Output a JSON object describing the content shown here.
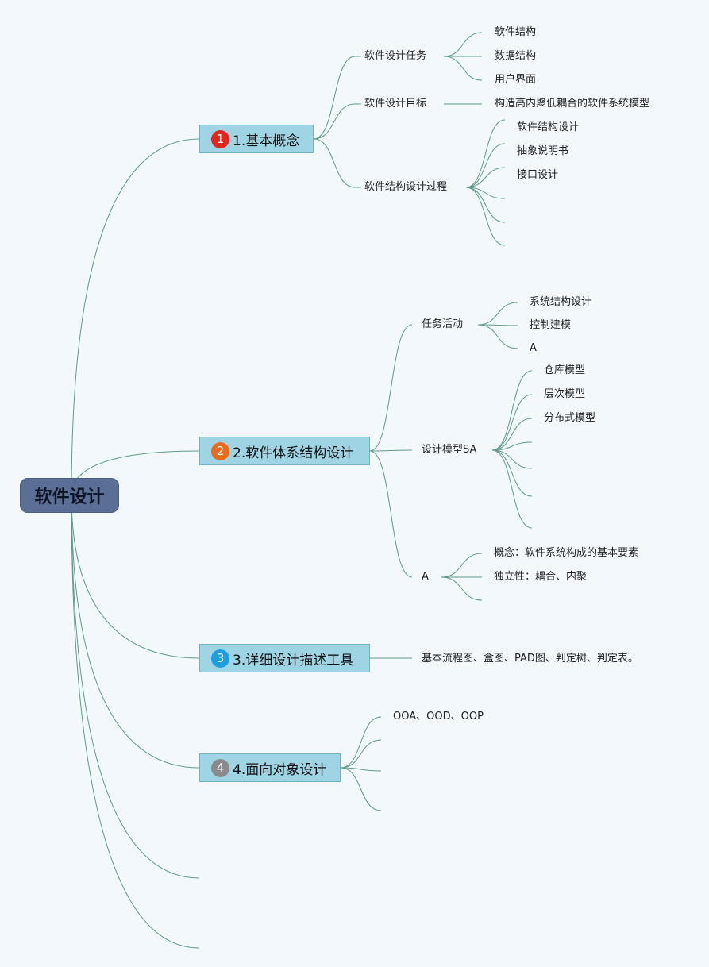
{
  "root": {
    "label": "软件设计"
  },
  "colors": {
    "background": "#f3f8fd",
    "root_fill": "#5a6e96",
    "topic_fill": "#9fd4e4",
    "link": "#5e9a86",
    "badge_1": "#e0271f",
    "badge_2": "#ea6b1c",
    "badge_3": "#1d9ee0",
    "badge_4": "#8a8a8a"
  },
  "topics": [
    {
      "badge": "1",
      "label": "1.基本概念",
      "children": [
        {
          "label": "软件设计任务",
          "children": [
            "软件结构",
            "数据结构",
            "用户界面"
          ]
        },
        {
          "label": "软件设计目标",
          "children": [
            "构造高内聚低耦合的软件系统模型"
          ]
        },
        {
          "label": "软件结构设计过程",
          "children": [
            "软件结构设计",
            "抽象说明书",
            "接口设计",
            "",
            "",
            ""
          ]
        }
      ]
    },
    {
      "badge": "2",
      "label": "2.软件体系结构设计",
      "children": [
        {
          "label": "任务活动",
          "children": [
            "系统结构设计",
            "控制建模",
            "A"
          ]
        },
        {
          "label": "设计模型SA",
          "children": [
            "仓库模型",
            "层次模型",
            "分布式模型",
            "",
            "",
            "",
            ""
          ]
        },
        {
          "label": "A",
          "children": [
            "概念：软件系统构成的基本要素",
            "独立性：耦合、内聚",
            ""
          ]
        }
      ]
    },
    {
      "badge": "3",
      "label": "3.详细设计描述工具",
      "children": [
        {
          "label": "基本流程图、盒图、PAD图、判定树、判定表。",
          "children": []
        }
      ]
    },
    {
      "badge": "4",
      "label": "4.面向对象设计",
      "children": [
        {
          "label": "OOA、OOD、OOP",
          "children": []
        },
        {
          "label": "",
          "children": []
        },
        {
          "label": "",
          "children": []
        },
        {
          "label": "",
          "children": []
        }
      ]
    }
  ]
}
